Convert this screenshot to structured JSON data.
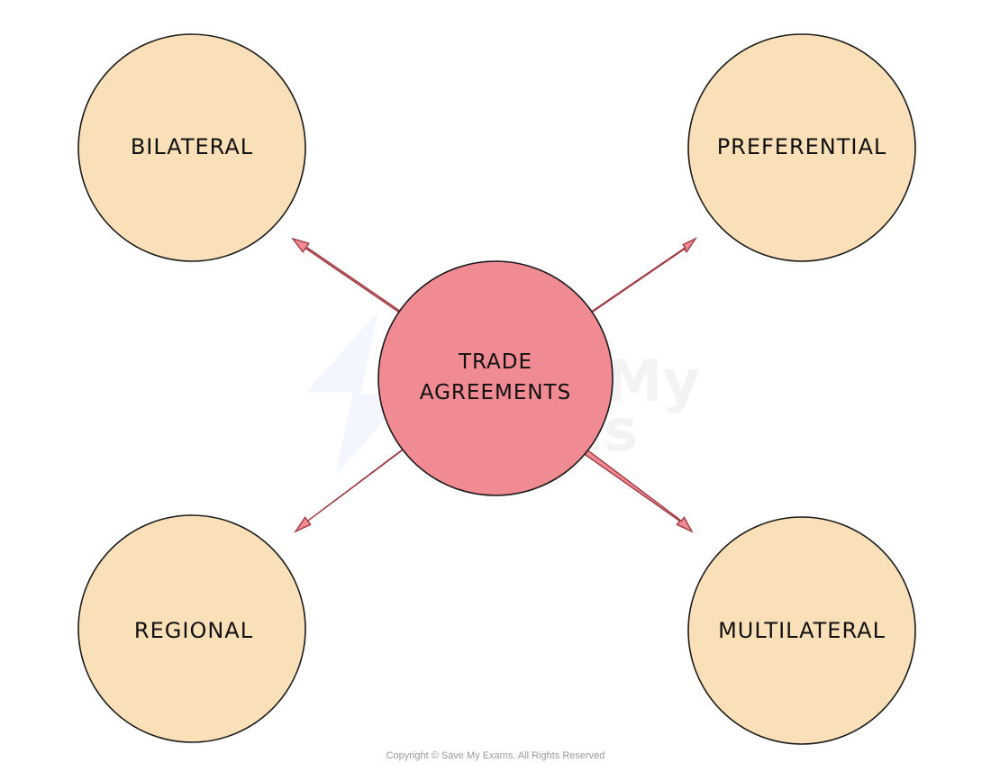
{
  "center_node": {
    "line1": "TRADE",
    "line2": "AGREEMENTS"
  },
  "nodes": {
    "top_left": "BILATERAL",
    "top_right": "PREFERENTIAL",
    "bottom_left": "REGIONAL",
    "bottom_right": "MULTILATERAL"
  },
  "watermark": {
    "line1": "Save My",
    "line2": "Exams"
  },
  "footer": {
    "copyright": "Copyright © Save My Exams. All Rights Reserved"
  },
  "colors": {
    "outer_fill": "#f9e0b8",
    "center_fill": "#f08a93",
    "arrow_fill": "#f08a93",
    "outline": "#1a1a1a"
  }
}
